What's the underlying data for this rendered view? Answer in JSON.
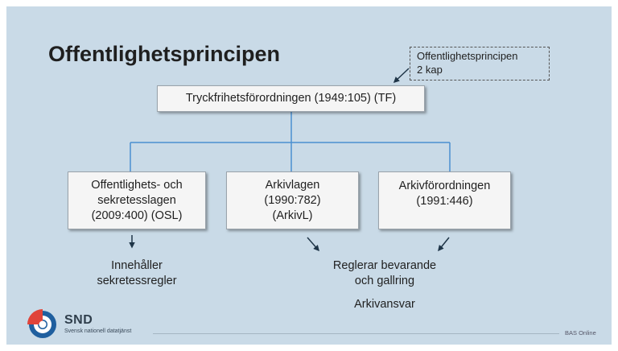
{
  "title": "Offentlighetsprincipen",
  "note": {
    "line1": "Offentlighetsprincipen",
    "line2": "2 kap"
  },
  "root": {
    "label": "Tryckfrihetsförordningen (1949:105) (TF)"
  },
  "children": [
    {
      "lines": [
        "Offentlighets- och",
        "sekretesslagen",
        "(2009:400) (OSL)"
      ]
    },
    {
      "lines": [
        "Arkivlagen",
        "(1990:782)",
        "(ArkivL)"
      ]
    },
    {
      "lines": [
        "Arkivförordningen",
        "(1991:446)"
      ]
    }
  ],
  "texts": {
    "osl": [
      "Innehåller",
      "sekretessregler"
    ],
    "archive": [
      "Reglerar bevarande",
      "och gallring"
    ],
    "responsibility": "Arkivansvar"
  },
  "brand": {
    "name": "SND",
    "subtitle": "Svensk nationell datatjänst",
    "footer": "BAS Online"
  },
  "colors": {
    "background": "#c9dae7",
    "connector": "#4a8fd0",
    "logo_red": "#e0443a",
    "logo_blue": "#1f5f9f"
  }
}
